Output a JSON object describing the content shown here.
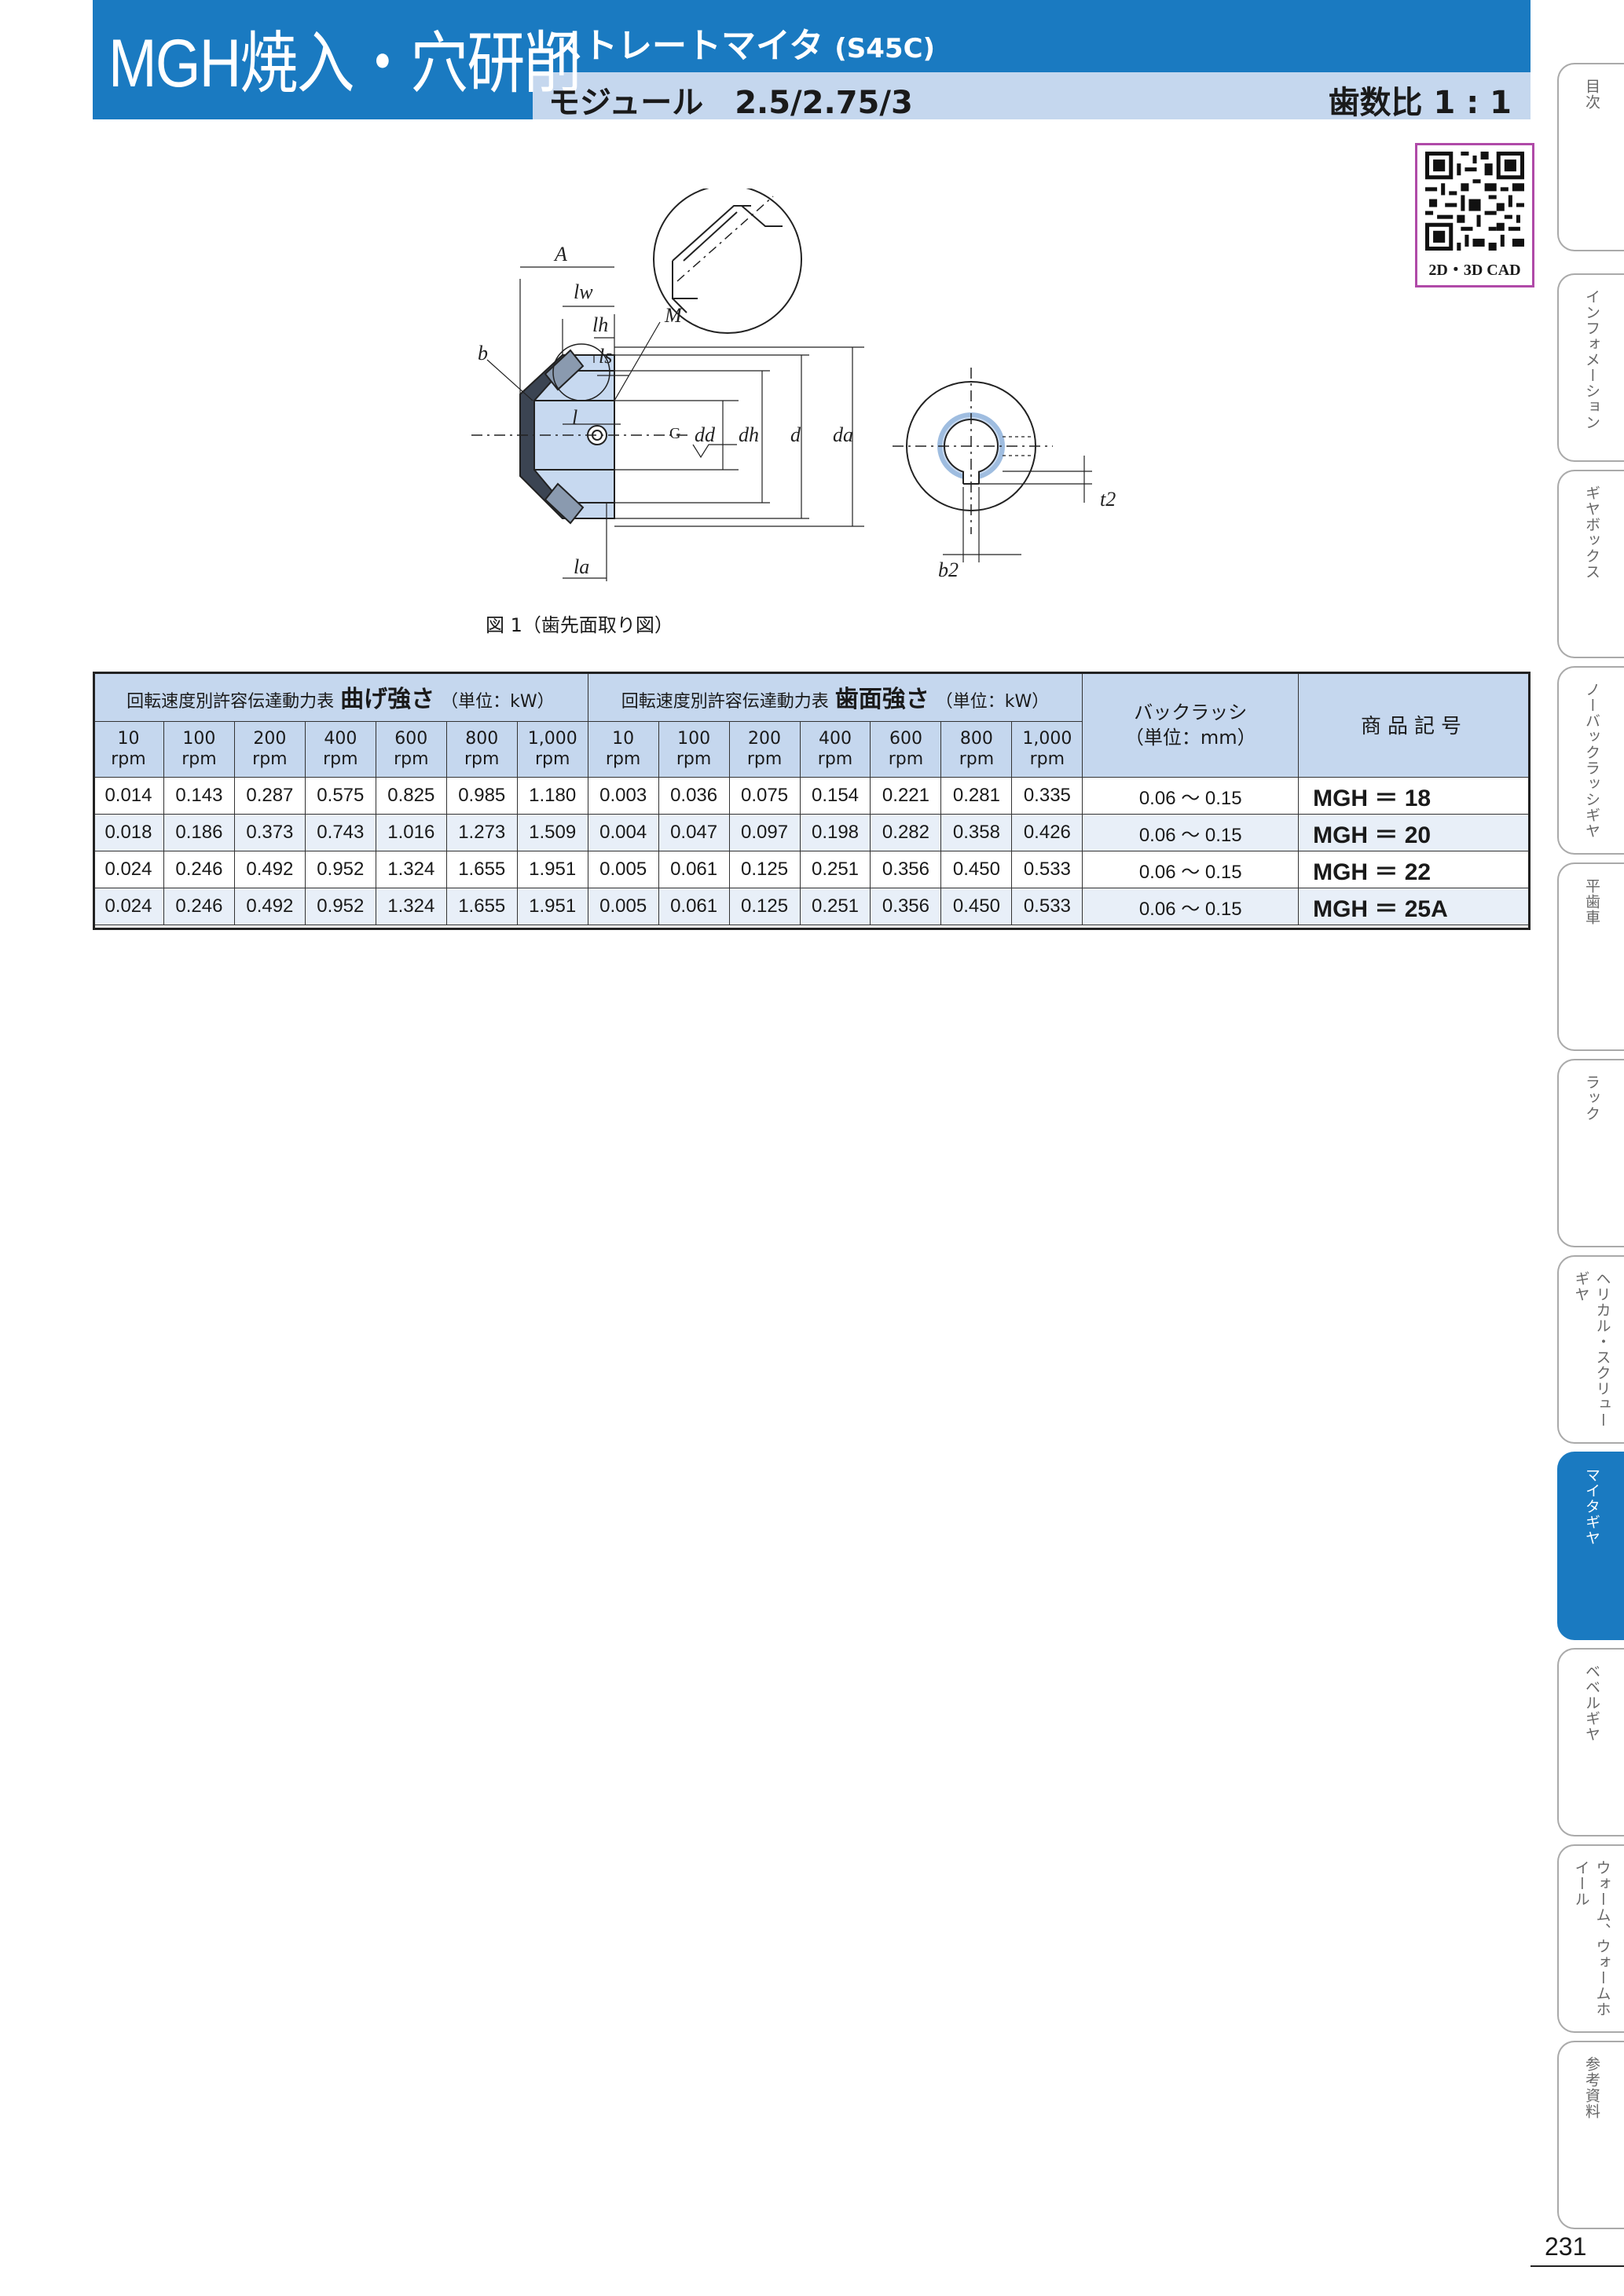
{
  "header": {
    "series": "MGH焼入・穴研削",
    "product": "ストレートマイタ",
    "material": "(S45C)",
    "module": "モジュール　2.5/2.75/3",
    "ratio": "歯数比 1 : 1"
  },
  "qr": {
    "label": "2D・3D CAD"
  },
  "figure": {
    "caption": "図 1（歯先面取り図）",
    "labels": {
      "A": "A",
      "lw": "lw",
      "lh": "lh",
      "ls": "ls",
      "l": "l",
      "la": "la",
      "b": "b",
      "M": "M",
      "G": "G",
      "dd": "dd",
      "dh": "dh",
      "d": "d",
      "da": "da",
      "t2": "t2",
      "b2": "b2"
    }
  },
  "table": {
    "group_bending_prefix": "回転速度別許容伝達動力表",
    "group_bending_main": "曲げ強さ",
    "group_bending_unit": "（単位：kW）",
    "group_surface_prefix": "回転速度別許容伝達動力表",
    "group_surface_main": "歯面強さ",
    "group_surface_unit": "（単位：kW）",
    "backlash_title": "バックラッシ",
    "backlash_unit": "（単位：mm）",
    "code_title": "商品記号",
    "rpm_values": [
      "10",
      "100",
      "200",
      "400",
      "600",
      "800",
      "1,000"
    ],
    "rpm_unit": "rpm",
    "rows": [
      {
        "bending": [
          "0.014",
          "0.143",
          "0.287",
          "0.575",
          "0.825",
          "0.985",
          "1.180"
        ],
        "surface": [
          "0.003",
          "0.036",
          "0.075",
          "0.154",
          "0.221",
          "0.281",
          "0.335"
        ],
        "backlash": "0.06 ～ 0.15",
        "code": "MGH ＝ 18"
      },
      {
        "bending": [
          "0.018",
          "0.186",
          "0.373",
          "0.743",
          "1.016",
          "1.273",
          "1.509"
        ],
        "surface": [
          "0.004",
          "0.047",
          "0.097",
          "0.198",
          "0.282",
          "0.358",
          "0.426"
        ],
        "backlash": "0.06 ～ 0.15",
        "code": "MGH ＝ 20"
      },
      {
        "bending": [
          "0.024",
          "0.246",
          "0.492",
          "0.952",
          "1.324",
          "1.655",
          "1.951"
        ],
        "surface": [
          "0.005",
          "0.061",
          "0.125",
          "0.251",
          "0.356",
          "0.450",
          "0.533"
        ],
        "backlash": "0.06 ～ 0.15",
        "code": "MGH ＝ 22"
      },
      {
        "bending": [
          "0.024",
          "0.246",
          "0.492",
          "0.952",
          "1.324",
          "1.655",
          "1.951"
        ],
        "surface": [
          "0.005",
          "0.061",
          "0.125",
          "0.251",
          "0.356",
          "0.450",
          "0.533"
        ],
        "backlash": "0.06 ～ 0.15",
        "code": "MGH ＝ 25A"
      }
    ]
  },
  "tabs": [
    {
      "label": "目次",
      "active": false
    },
    {
      "label": "インフォメーション",
      "active": false
    },
    {
      "label": "ギヤボックス",
      "active": false
    },
    {
      "label": "ノーバックラッシギヤ",
      "active": false
    },
    {
      "label": "平歯車",
      "active": false
    },
    {
      "label": "ラック",
      "active": false
    },
    {
      "label": "ヘリカル・スクリューギヤ",
      "active": false
    },
    {
      "label": "マイタギヤ",
      "active": true
    },
    {
      "label": "ベベルギヤ",
      "active": false
    },
    {
      "label": "ウォーム、ウォームホイール",
      "active": false
    },
    {
      "label": "参考資料",
      "active": false
    }
  ],
  "colors": {
    "brand_blue": "#1a7ac1",
    "header_light": "#c5d7ee",
    "row_alt": "#e8eff8",
    "qr_border": "#b04aa8"
  },
  "page_number": "231"
}
